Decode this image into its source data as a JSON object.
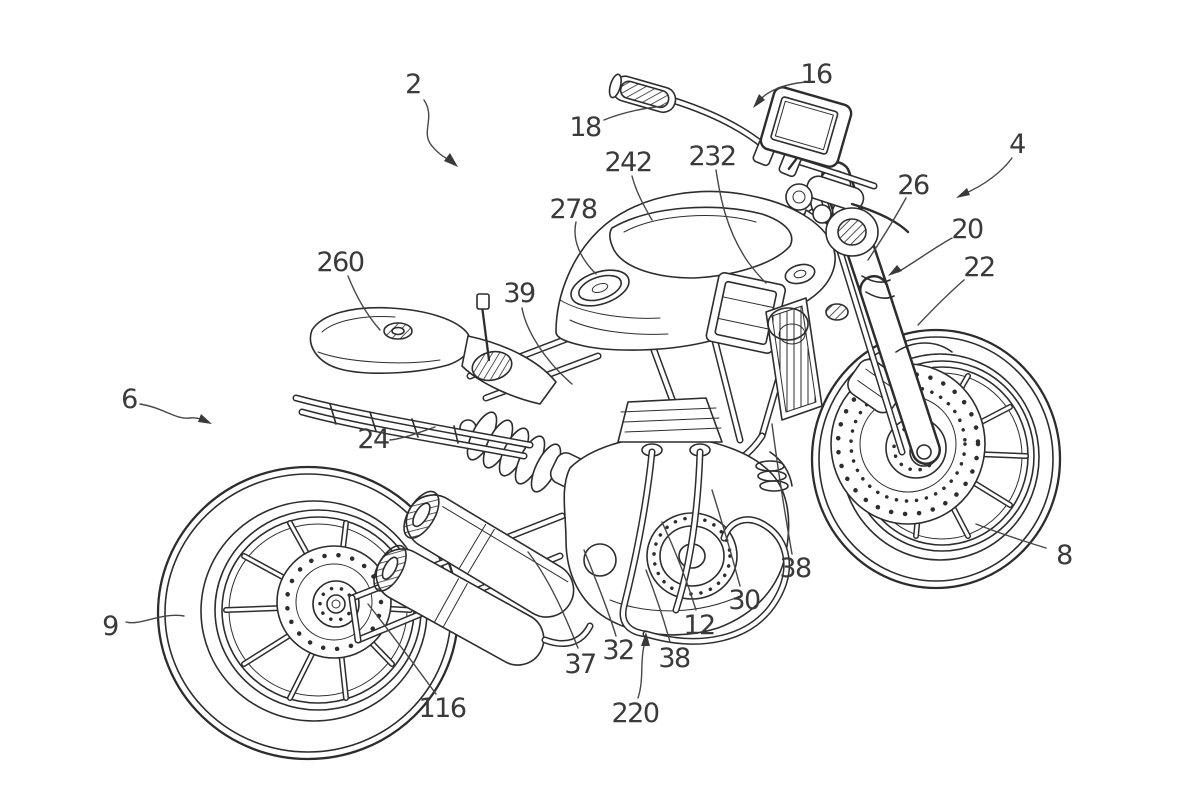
{
  "figure": {
    "alt": "Patent-style black-and-white line drawing of a motorcycle shown in front-right perspective view, annotated with reference numerals and leader lines",
    "background_color": "#ffffff",
    "line_color": "#2d2d2d",
    "label_color": "#3a3a3a"
  },
  "labels": [
    {
      "ref": "2"
    },
    {
      "ref": "16"
    },
    {
      "ref": "18"
    },
    {
      "ref": "242"
    },
    {
      "ref": "232"
    },
    {
      "ref": "278"
    },
    {
      "ref": "26"
    },
    {
      "ref": "4"
    },
    {
      "ref": "20"
    },
    {
      "ref": "22"
    },
    {
      "ref": "260"
    },
    {
      "ref": "39"
    },
    {
      "ref": "6"
    },
    {
      "ref": "24"
    },
    {
      "ref": "9"
    },
    {
      "ref": "8"
    },
    {
      "ref": "38"
    },
    {
      "ref": "30"
    },
    {
      "ref": "12"
    },
    {
      "ref": "38"
    },
    {
      "ref": "32"
    },
    {
      "ref": "37"
    },
    {
      "ref": "220"
    },
    {
      "ref": "116"
    }
  ]
}
